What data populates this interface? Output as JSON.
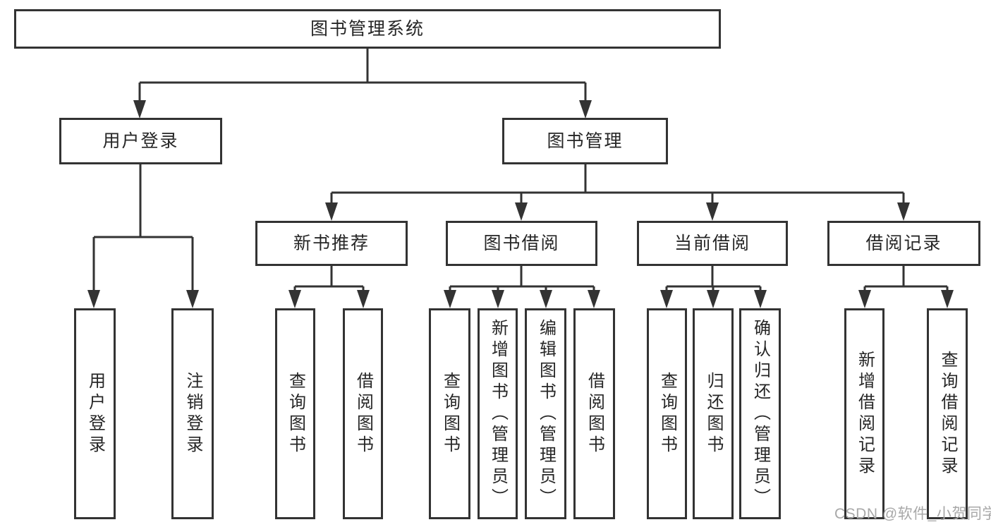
{
  "diagram": {
    "title": "图书管理系统",
    "root": {
      "label": "图书管理系统"
    },
    "level2": [
      {
        "label": "用户登录"
      },
      {
        "label": "图书管理"
      }
    ],
    "level3": [
      {
        "label": "新书推荐"
      },
      {
        "label": "图书借阅"
      },
      {
        "label": "当前借阅"
      },
      {
        "label": "借阅记录"
      }
    ],
    "leaves": [
      {
        "label": "用户登录"
      },
      {
        "label": "注销登录"
      },
      {
        "label": "查询图书"
      },
      {
        "label": "借阅图书"
      },
      {
        "label": "查询图书"
      },
      {
        "label": "新增图书（管理员）"
      },
      {
        "label": "编辑图书（管理员）"
      },
      {
        "label": "借阅图书"
      },
      {
        "label": "查询图书"
      },
      {
        "label": "归还图书"
      },
      {
        "label": "确认归还（管理员）"
      },
      {
        "label": "新增借阅记录"
      },
      {
        "label": "查询借阅记录"
      }
    ]
  },
  "watermark": {
    "text": "CSDN @软件_小贺同学"
  },
  "colors": {
    "line": "#333333",
    "text": "#262626",
    "background": "#ffffff",
    "watermark": "#a8a8a8"
  }
}
